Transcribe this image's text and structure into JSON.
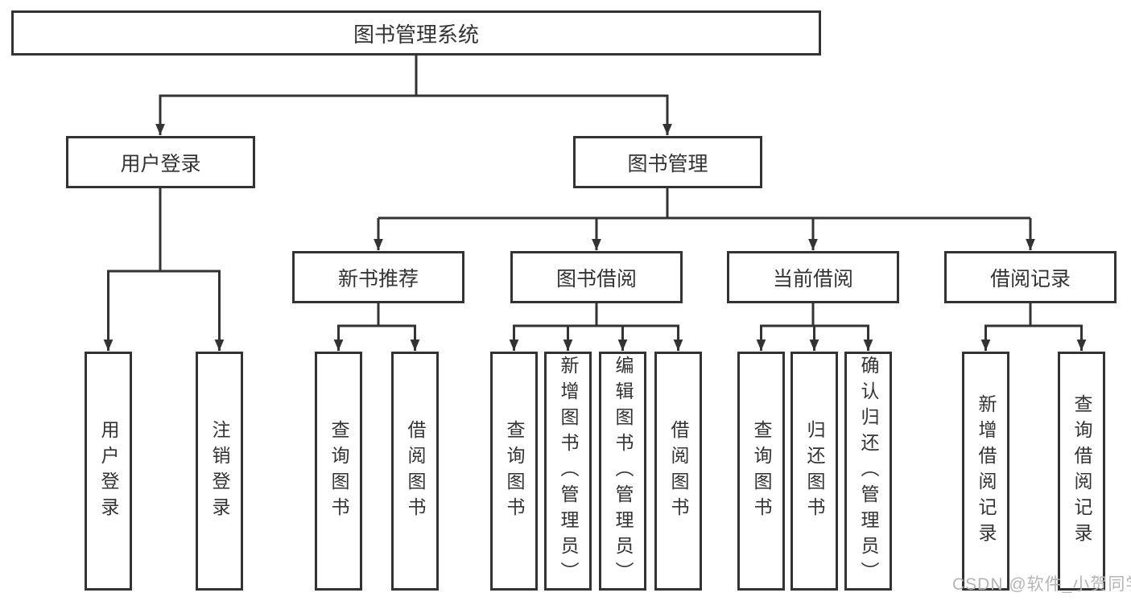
{
  "colors": {
    "line": "#333333",
    "box_border": "#333333",
    "box_fill": "#ffffff",
    "text": "#333333",
    "watermark": "#b5b5b5"
  },
  "tree": {
    "root": {
      "label": "图书管理系统"
    },
    "children": [
      {
        "id": "user-login",
        "label": "用户登录",
        "children": [
          {
            "label": "用户登录"
          },
          {
            "label": "注销登录"
          }
        ]
      },
      {
        "id": "book-management",
        "label": "图书管理",
        "children": [
          {
            "id": "new-book-recommend",
            "label": "新书推荐",
            "children": [
              {
                "label": "查询图书"
              },
              {
                "label": "借阅图书"
              }
            ]
          },
          {
            "id": "book-borrow",
            "label": "图书借阅",
            "children": [
              {
                "label": "查询图书"
              },
              {
                "label": "新增图书（管理员）"
              },
              {
                "label": "编辑图书（管理员）"
              },
              {
                "label": "借阅图书"
              }
            ]
          },
          {
            "id": "current-borrow",
            "label": "当前借阅",
            "children": [
              {
                "label": "查询图书"
              },
              {
                "label": "归还图书"
              },
              {
                "label": "确认归还（管理员）"
              }
            ]
          },
          {
            "id": "borrow-record",
            "label": "借阅记录",
            "children": [
              {
                "label": "新增借阅记录"
              },
              {
                "label": "查询借阅记录"
              }
            ]
          }
        ]
      }
    ]
  },
  "watermark": "CSDN @软件_小贺同学"
}
